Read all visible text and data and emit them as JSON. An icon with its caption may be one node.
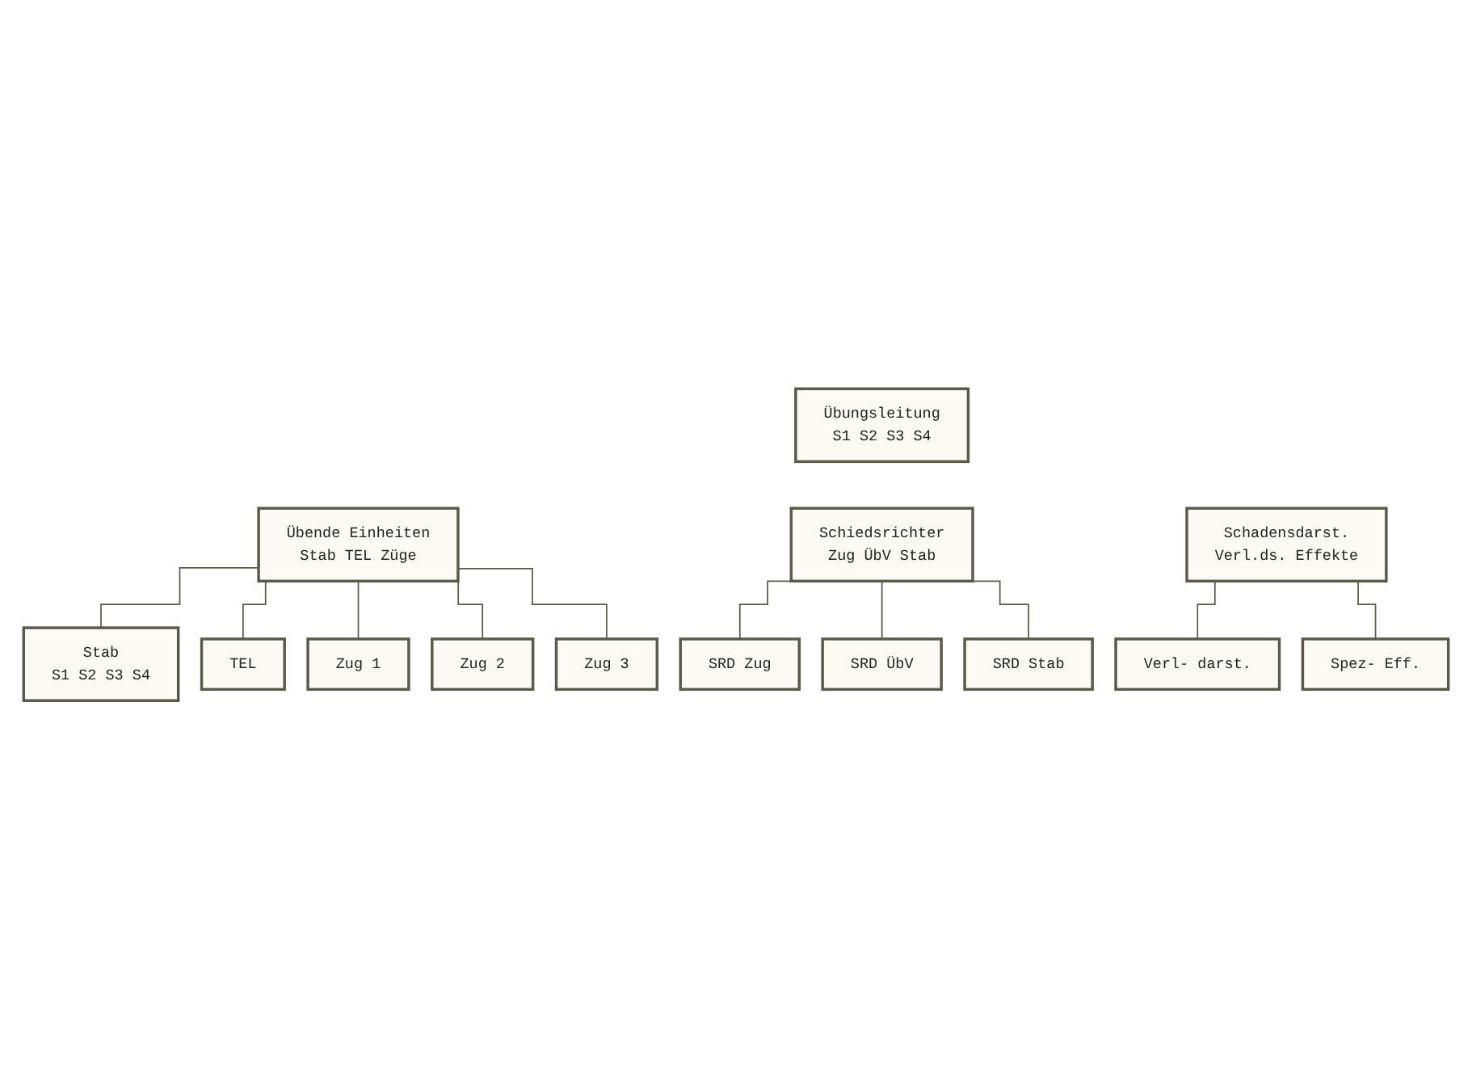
{
  "diagram": {
    "nodes": [
      {
        "text": [
          "Übungsleitung",
          "S1 S2 S3 S4"
        ]
      },
      {
        "text": [
          "Übende Einheiten",
          "Stab TEL Züge"
        ]
      },
      {
        "text": [
          "Schiedsrichter",
          "Zug ÜbV Stab"
        ]
      },
      {
        "text": [
          "Schadensdarst.",
          "Verl.ds. Effekte"
        ]
      },
      {
        "text": [
          "Stab",
          "S1 S2 S3 S4"
        ]
      },
      {
        "text": [
          "TEL"
        ]
      },
      {
        "text": [
          "Zug 1"
        ]
      },
      {
        "text": [
          "Zug 2"
        ]
      },
      {
        "text": [
          "Zug 3"
        ]
      },
      {
        "text": [
          "SRD Zug"
        ]
      },
      {
        "text": [
          "SRD ÜbV"
        ]
      },
      {
        "text": [
          "SRD Stab"
        ]
      },
      {
        "text": [
          "Verl- darst."
        ]
      },
      {
        "text": [
          "Spez- Eff."
        ]
      }
    ],
    "edges": [
      {
        "from": 1,
        "to": 4,
        "arrow": "none"
      },
      {
        "from": 1,
        "to": 5,
        "arrow": "none"
      },
      {
        "from": 1,
        "to": 6,
        "arrow": "none"
      },
      {
        "from": 1,
        "to": 7,
        "arrow": "none"
      },
      {
        "from": 1,
        "to": 8,
        "arrow": "none"
      },
      {
        "from": 2,
        "to": 9,
        "arrow": "none"
      },
      {
        "from": 2,
        "to": 10,
        "arrow": "none"
      },
      {
        "from": 2,
        "to": 11,
        "arrow": "none"
      },
      {
        "from": 3,
        "to": 12,
        "arrow": "none"
      },
      {
        "from": 3,
        "to": 13,
        "arrow": "none"
      }
    ]
  }
}
